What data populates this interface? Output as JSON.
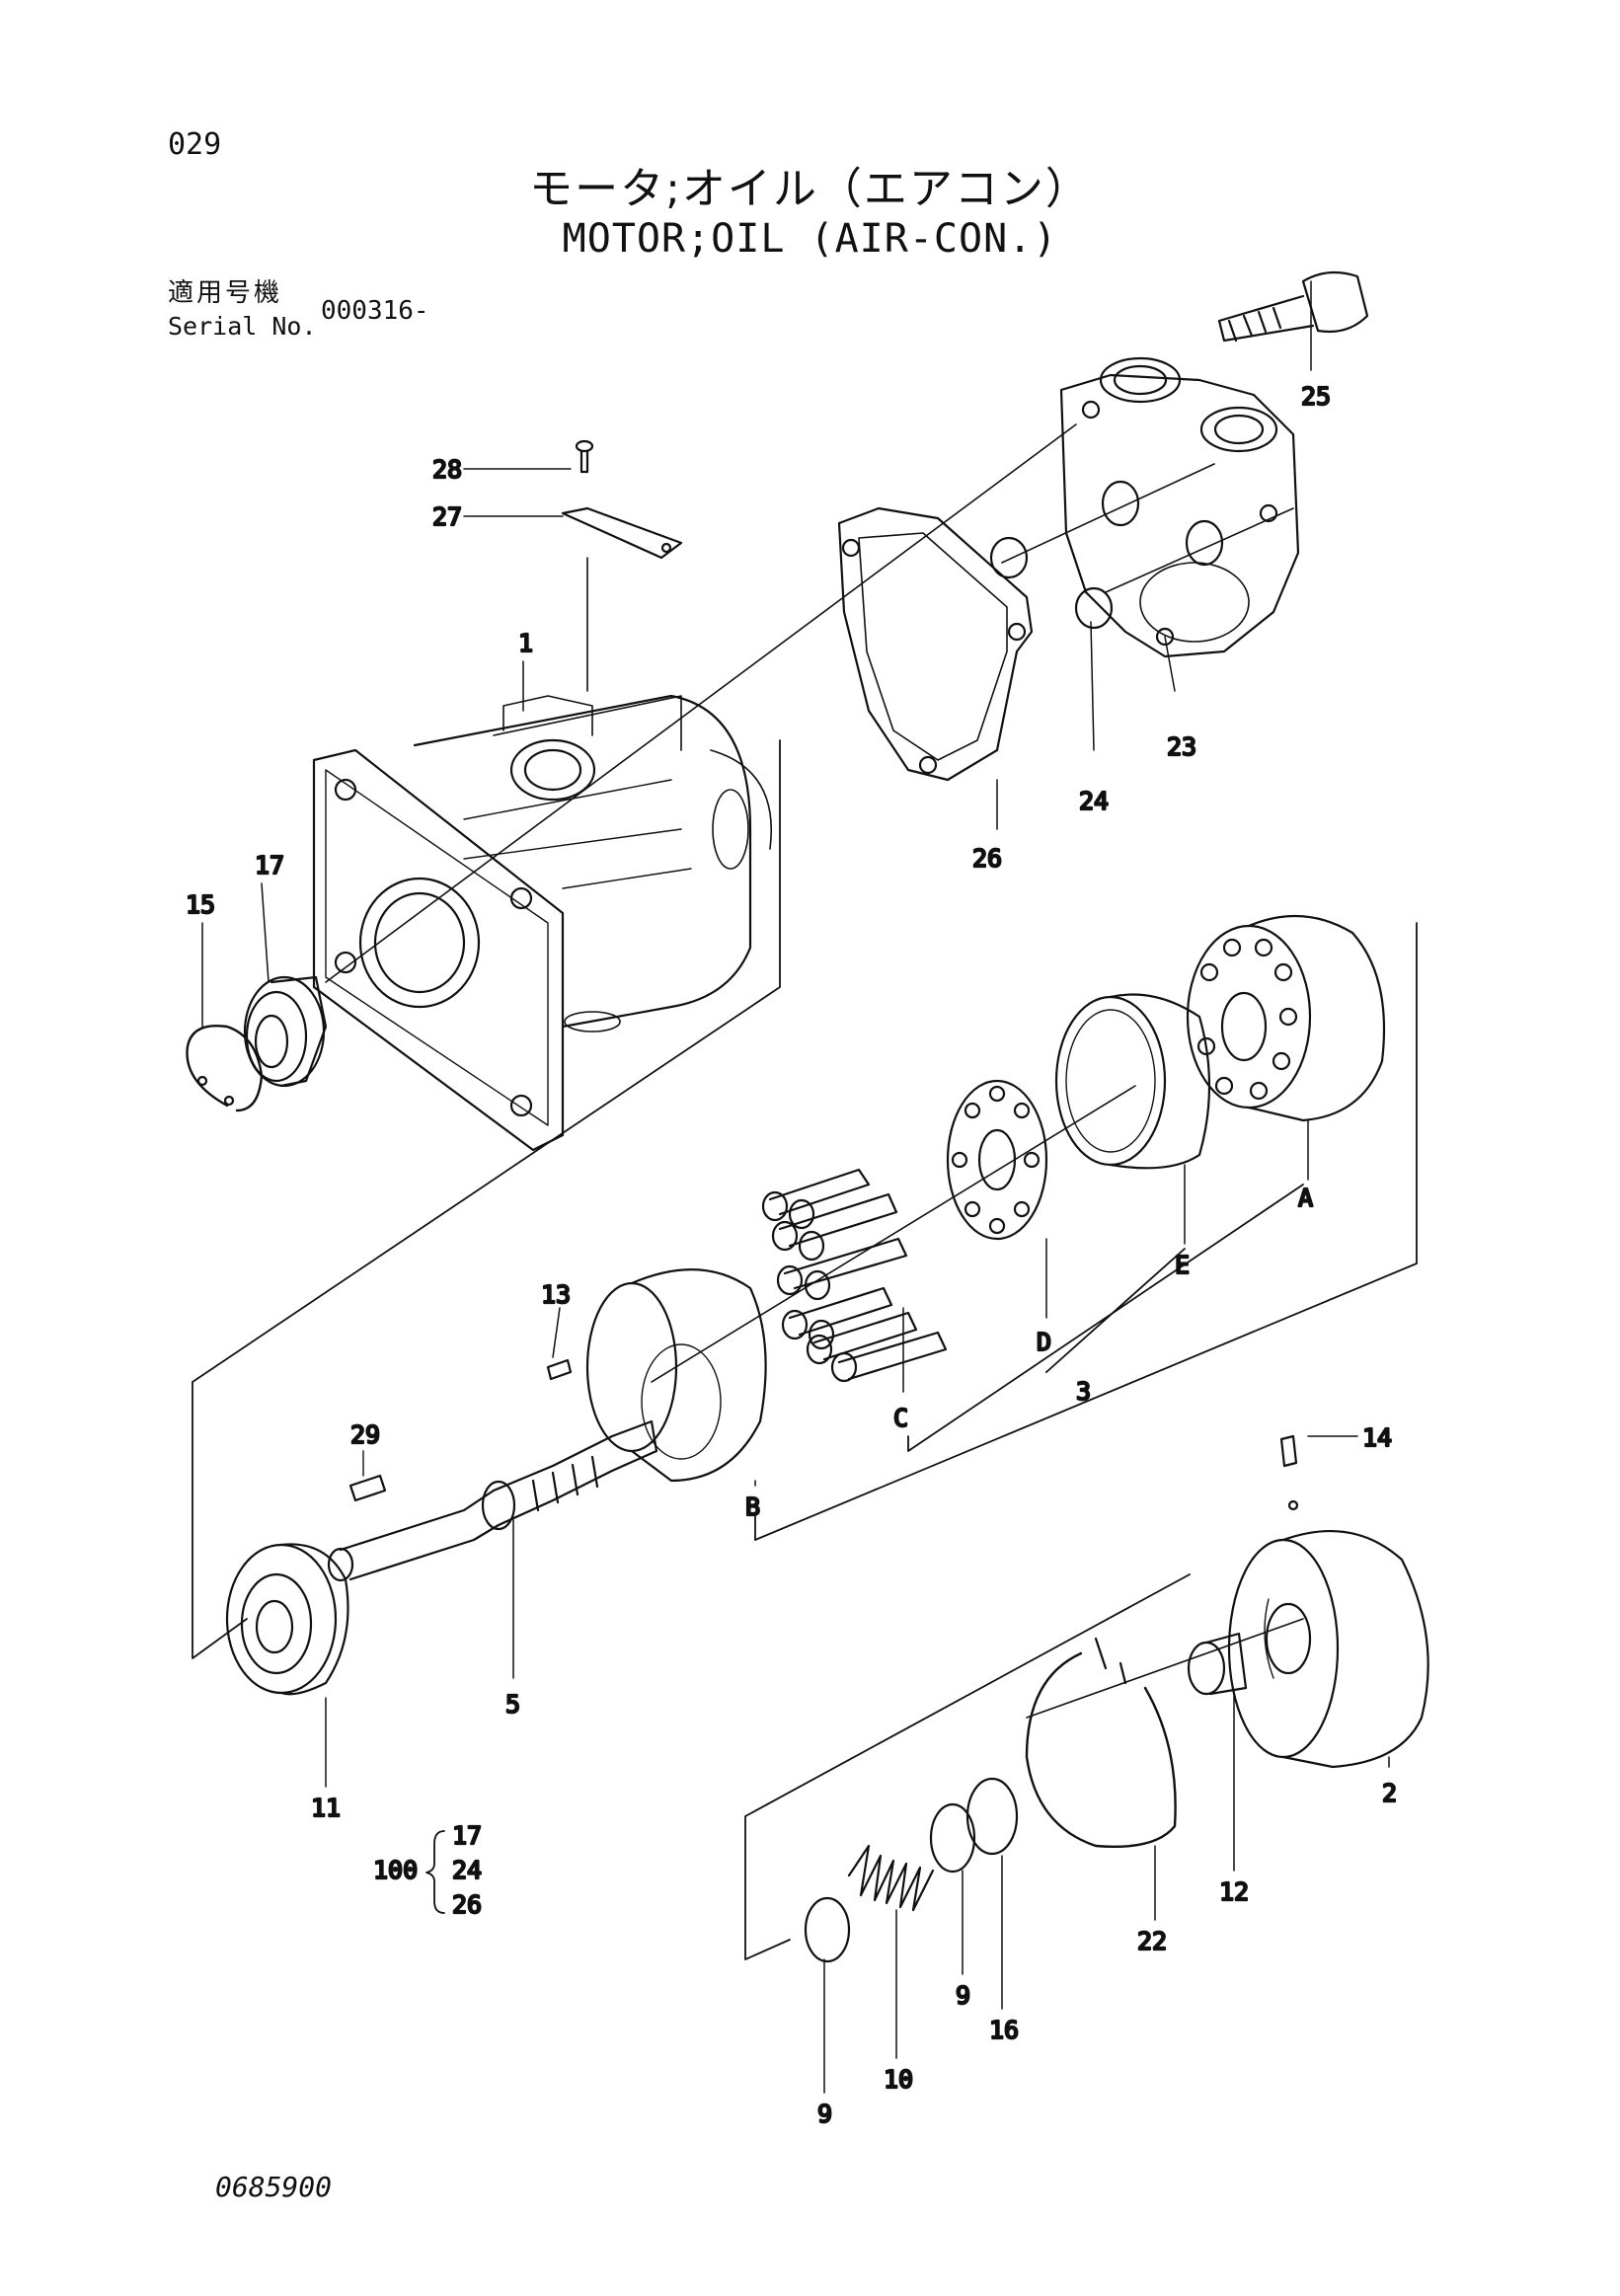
{
  "page_number": "029",
  "title_jp": "モータ;オイル（エアコン）",
  "title_en": "MOTOR;OIL (AIR-CON.)",
  "serial": {
    "label_jp": "適用号機",
    "label_en": "Serial No.",
    "value": "000316-"
  },
  "doc_number": "0685900",
  "callouts": {
    "p1": "1",
    "p2": "2",
    "p3": "3",
    "p5": "5",
    "p9a": "9",
    "p9b": "9",
    "p10": "10",
    "p11": "11",
    "p12": "12",
    "p13": "13",
    "p14": "14",
    "p15": "15",
    "p16": "16",
    "p17": "17",
    "p22": "22",
    "p23": "23",
    "p24": "24",
    "p25": "25",
    "p26": "26",
    "p27": "27",
    "p28": "28",
    "p29": "29",
    "A": "A",
    "B": "B",
    "C": "C",
    "D": "D",
    "E": "E"
  },
  "kit": {
    "number": "100",
    "items": [
      "17",
      "24",
      "26"
    ]
  }
}
